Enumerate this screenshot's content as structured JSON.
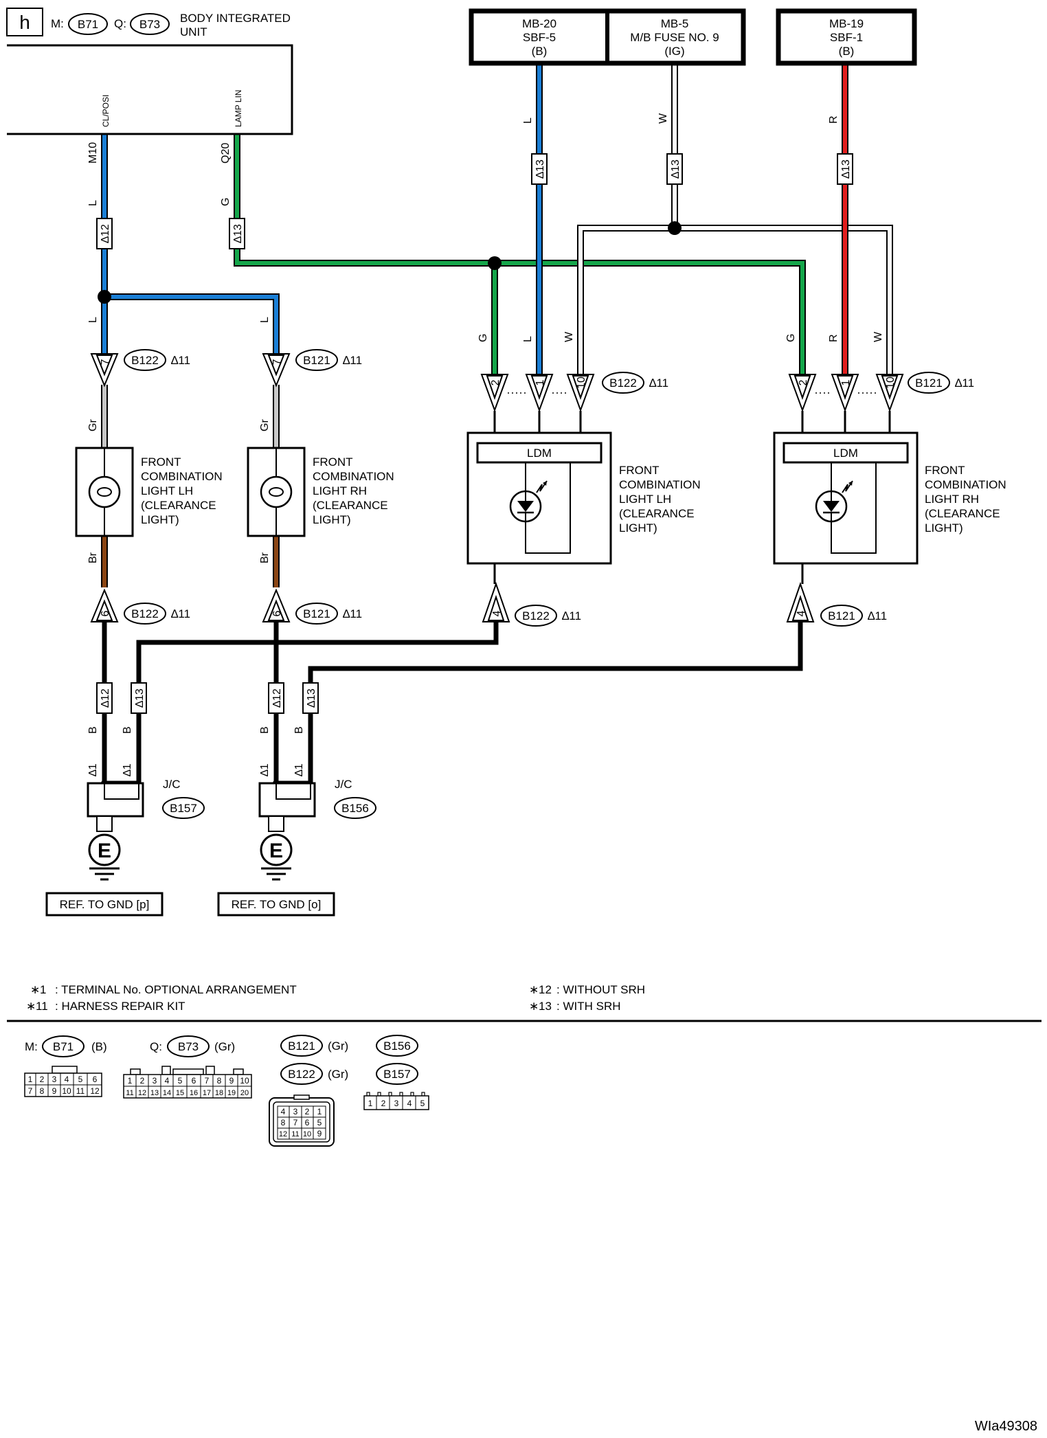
{
  "header": {
    "letter": "h",
    "m_prefix": "M:",
    "m_conn": "B71",
    "q_prefix": "Q:",
    "q_conn": "B73",
    "unit_line1": "BODY INTEGRATED",
    "unit_line2": "UNIT",
    "pin_clposi": "CL/POSI",
    "pin_lamplin": "LAMP LIN",
    "pin_m10": "M10",
    "pin_q20": "Q20"
  },
  "fuses": [
    {
      "line1": "MB-20",
      "line2": "SBF-5",
      "line3": "(B)"
    },
    {
      "line1": "MB-5",
      "line2": "M/B FUSE NO. 9",
      "line3": "(IG)"
    },
    {
      "line1": "MB-19",
      "line2": "SBF-1",
      "line3": "(B)"
    }
  ],
  "wire_colors": {
    "L": "L",
    "G": "G",
    "W": "W",
    "R": "R",
    "Gr": "Gr",
    "Br": "Br",
    "B": "B"
  },
  "stars": {
    "s1": "∆1",
    "s11": "∆11",
    "s12": "∆12",
    "s13": "∆13"
  },
  "star_glyph": "∗",
  "star_labels": {
    "n1": "1",
    "n11": "11",
    "n12": "12",
    "n13": "13"
  },
  "connectors": {
    "b121": "B121",
    "b122": "B122",
    "b156": "B156",
    "b157": "B157"
  },
  "pins": {
    "p7": "7",
    "p6": "6",
    "p2": "2",
    "p1": "1",
    "p10": "10",
    "p4": "4"
  },
  "lights": {
    "lh_lines": [
      "FRONT",
      "COMBINATION",
      "LIGHT LH",
      "(CLEARANCE",
      "LIGHT)"
    ],
    "rh_lines": [
      "FRONT",
      "COMBINATION",
      "LIGHT RH",
      "(CLEARANCE",
      "LIGHT)"
    ],
    "ldm": "LDM"
  },
  "ground": {
    "jc": "J/C",
    "e": "E",
    "ref_p": "REF. TO GND [p]",
    "ref_o": "REF. TO GND [o]"
  },
  "notes": {
    "n1": ": TERMINAL No. OPTIONAL ARRANGEMENT",
    "n11": ": HARNESS REPAIR KIT",
    "n12": ": WITHOUT SRH",
    "n13": ": WITH SRH"
  },
  "connector_views": {
    "m_label": "M:",
    "m_conn": "B71",
    "m_color": "(B)",
    "q_label": "Q:",
    "q_conn": "B73",
    "q_color": "(Gr)",
    "b121_color": "(Gr)",
    "b122_color": "(Gr)",
    "b71_pins_top": [
      "1",
      "2",
      "3",
      "4",
      "5",
      "6"
    ],
    "b71_pins_bottom": [
      "7",
      "8",
      "9",
      "10",
      "11",
      "12"
    ],
    "b73_pins_top": [
      "1",
      "2",
      "3",
      "4",
      "5",
      "6",
      "7",
      "8",
      "9",
      "10"
    ],
    "b73_pins_bottom": [
      "11",
      "12",
      "13",
      "14",
      "15",
      "16",
      "17",
      "18",
      "19",
      "20"
    ],
    "b121_rows": [
      [
        "4",
        "3",
        "2",
        "1"
      ],
      [
        "8",
        "7",
        "6",
        "5"
      ],
      [
        "12",
        "11",
        "10",
        "9"
      ]
    ],
    "b156_pins": [
      "1",
      "2",
      "3",
      "4",
      "5"
    ]
  },
  "figure_id": "WIa49308",
  "colors": {
    "blue": "#1a7fd6",
    "green": "#14a64a",
    "red": "#e11d1d",
    "brown": "#8b4513",
    "gray": "#c8c8c8",
    "black": "#000000"
  }
}
